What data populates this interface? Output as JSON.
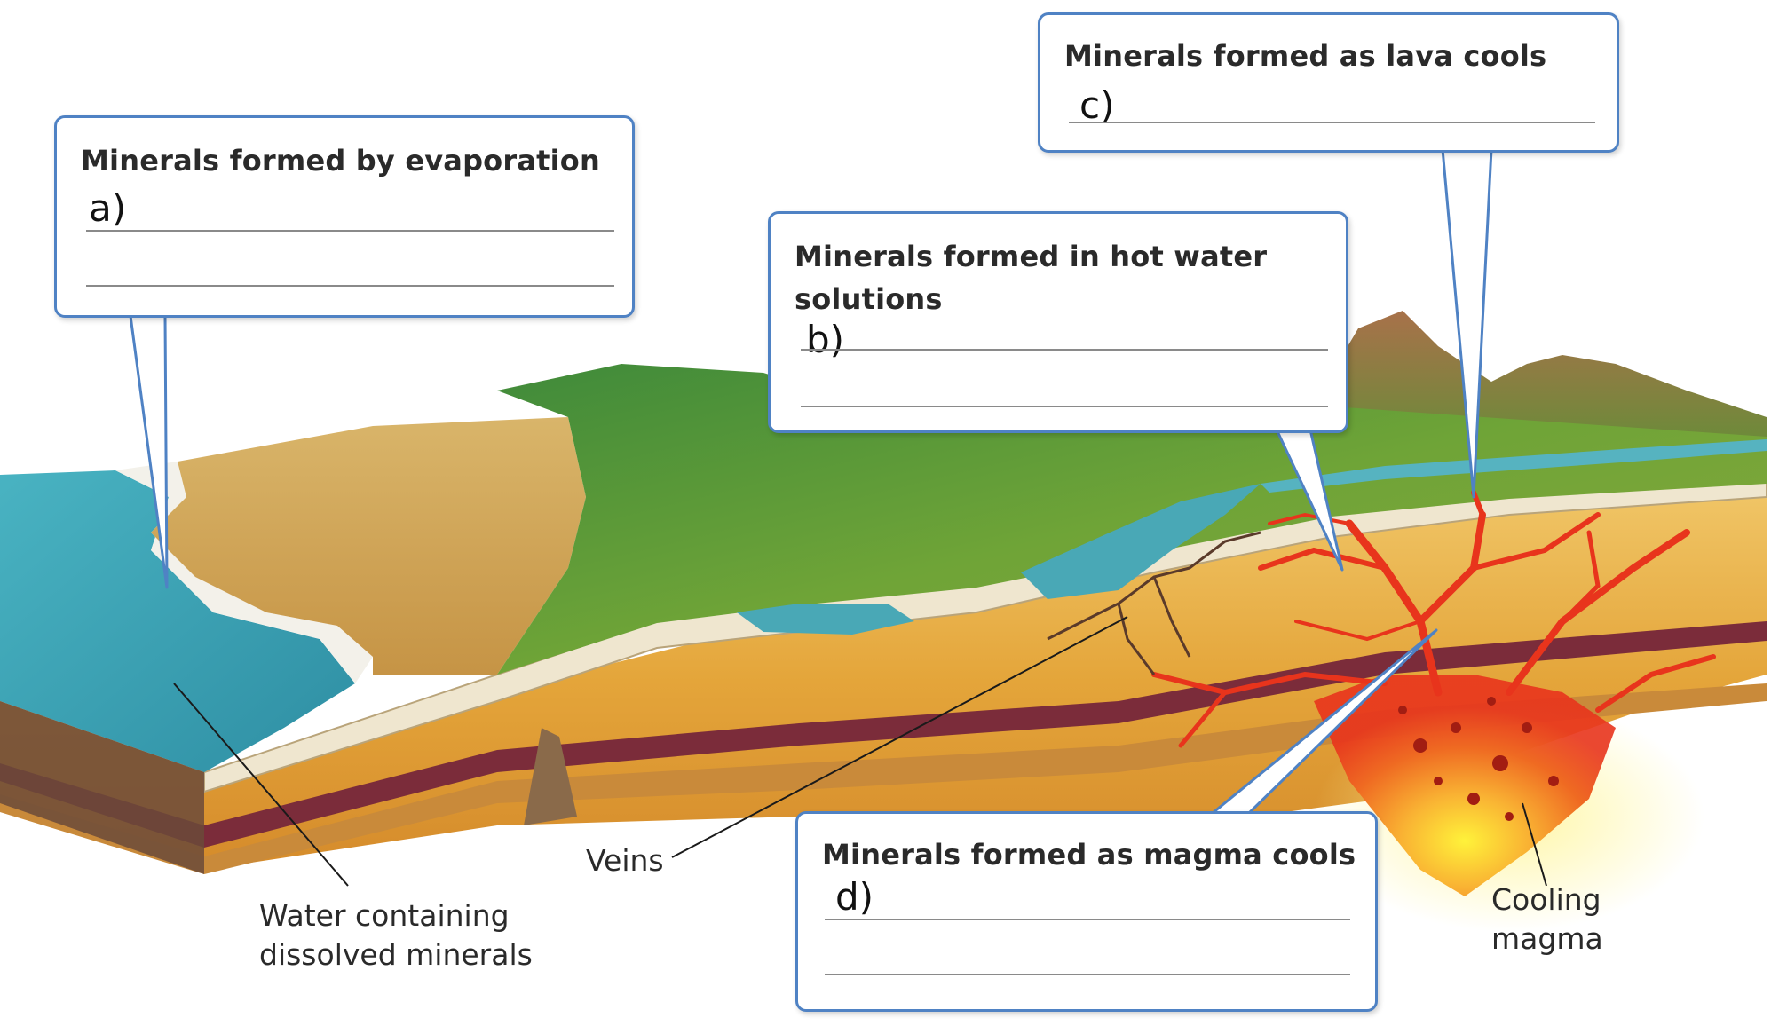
{
  "callouts": {
    "evaporation": {
      "title": "Minerals formed by evaporation",
      "letter": "a)"
    },
    "hot_water": {
      "title": "Minerals formed in hot water solutions",
      "letter": "b)"
    },
    "lava": {
      "title": "Minerals formed as lava cools",
      "letter": "c)"
    },
    "magma": {
      "title": "Minerals formed as magma cools",
      "letter": "d)"
    }
  },
  "labels": {
    "veins": "Veins",
    "water_line1": "Water containing",
    "water_line2": "dissolved minerals",
    "cooling_line1": "Cooling",
    "cooling_line2": "magma"
  },
  "colors": {
    "callout_border": "#4f82c4",
    "sea": "#3fa6b8",
    "lava": "#e8341c",
    "rock_layers": "#e3a93f",
    "vegetation": "#5c8f2e"
  }
}
